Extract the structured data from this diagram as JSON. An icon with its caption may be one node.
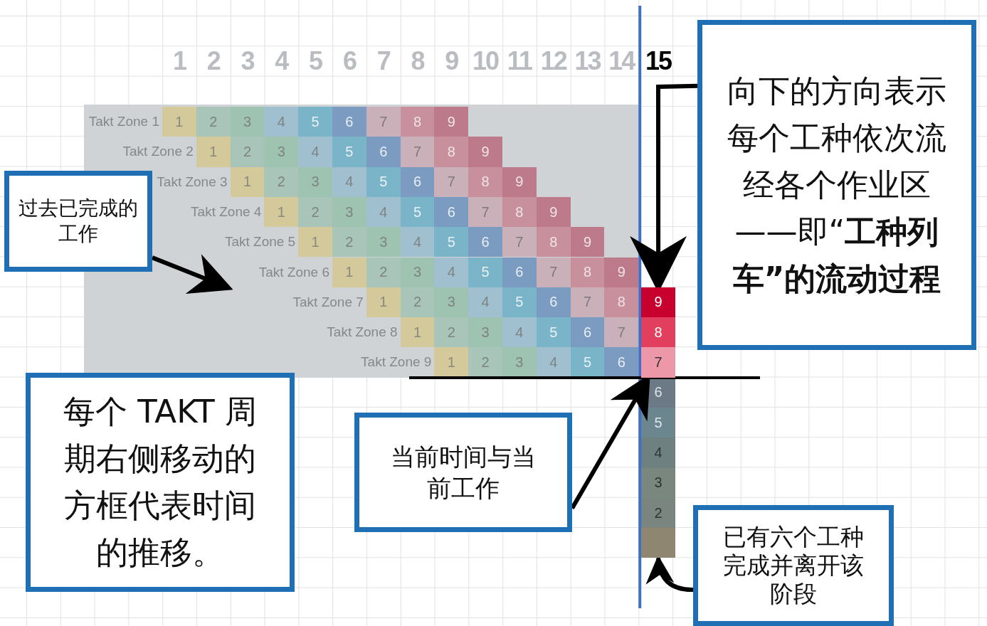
{
  "diagram": {
    "nodes": [
      {
        "text": [
          "过去已完成的工作"
        ]
      },
      {
        "text": [
          "向下的方向表示每个工种依次流经各个作业区——即“**工种列车”的流动过程**"
        ]
      },
      {
        "text": [
          "每个 TAKT 周期右侧移动的方框代表时间的推移。"
        ]
      },
      {
        "text": [
          "当前时间与当前工作"
        ]
      },
      {
        "text": [
          "已有六个工种完成并离开该阶段"
        ]
      },
      {
        "text": [
          "9"
        ]
      },
      {
        "text": [
          "7"
        ]
      },
      {
        "text": [],
        "shape": "box"
      }
    ],
    "edges": [
      {
        "from": 0,
        "to": null,
        "arrow": "to"
      },
      {
        "from": 1,
        "to": 5,
        "arrow": "to"
      },
      {
        "from": 3,
        "to": 6,
        "arrow": "to"
      },
      {
        "from": 4,
        "to": 7,
        "arrow": "to"
      }
    ],
    "labels": [
      "1",
      "2",
      "3",
      "4",
      "5",
      "6",
      "7",
      "8",
      "9",
      "10",
      "11",
      "12",
      "13",
      "14",
      "15",
      "Takt Zone 1",
      "1",
      "2",
      "3",
      "4",
      "5",
      "6",
      "7",
      "8",
      "9",
      "Takt Zone 2",
      "1",
      "2",
      "3",
      "4",
      "5",
      "6",
      "7",
      "8",
      "9",
      "Takt Zone 3",
      "1",
      "2",
      "3",
      "4",
      "5",
      "6",
      "7",
      "8",
      "9",
      "Takt Zone 4",
      "1",
      "2",
      "3",
      "4",
      "5",
      "6",
      "7",
      "8",
      "9",
      "Takt Zone 5",
      "1",
      "2",
      "3",
      "4",
      "5",
      "6",
      "7",
      "8",
      "9",
      "Takt Zone 6",
      "1",
      "2",
      "3",
      "4",
      "5",
      "6",
      "7",
      "8",
      "9",
      "Takt Zone 7",
      "1",
      "2",
      "3",
      "4",
      "5",
      "6",
      "7",
      "8",
      "Takt Zone 8",
      "1",
      "2",
      "3",
      "4",
      "5",
      "6",
      "7",
      "8",
      "Takt Zone 9",
      "1",
      "2",
      "3",
      "4",
      "5",
      "6",
      "6",
      "5",
      "4",
      "3",
      "2"
    ]
  }
}
